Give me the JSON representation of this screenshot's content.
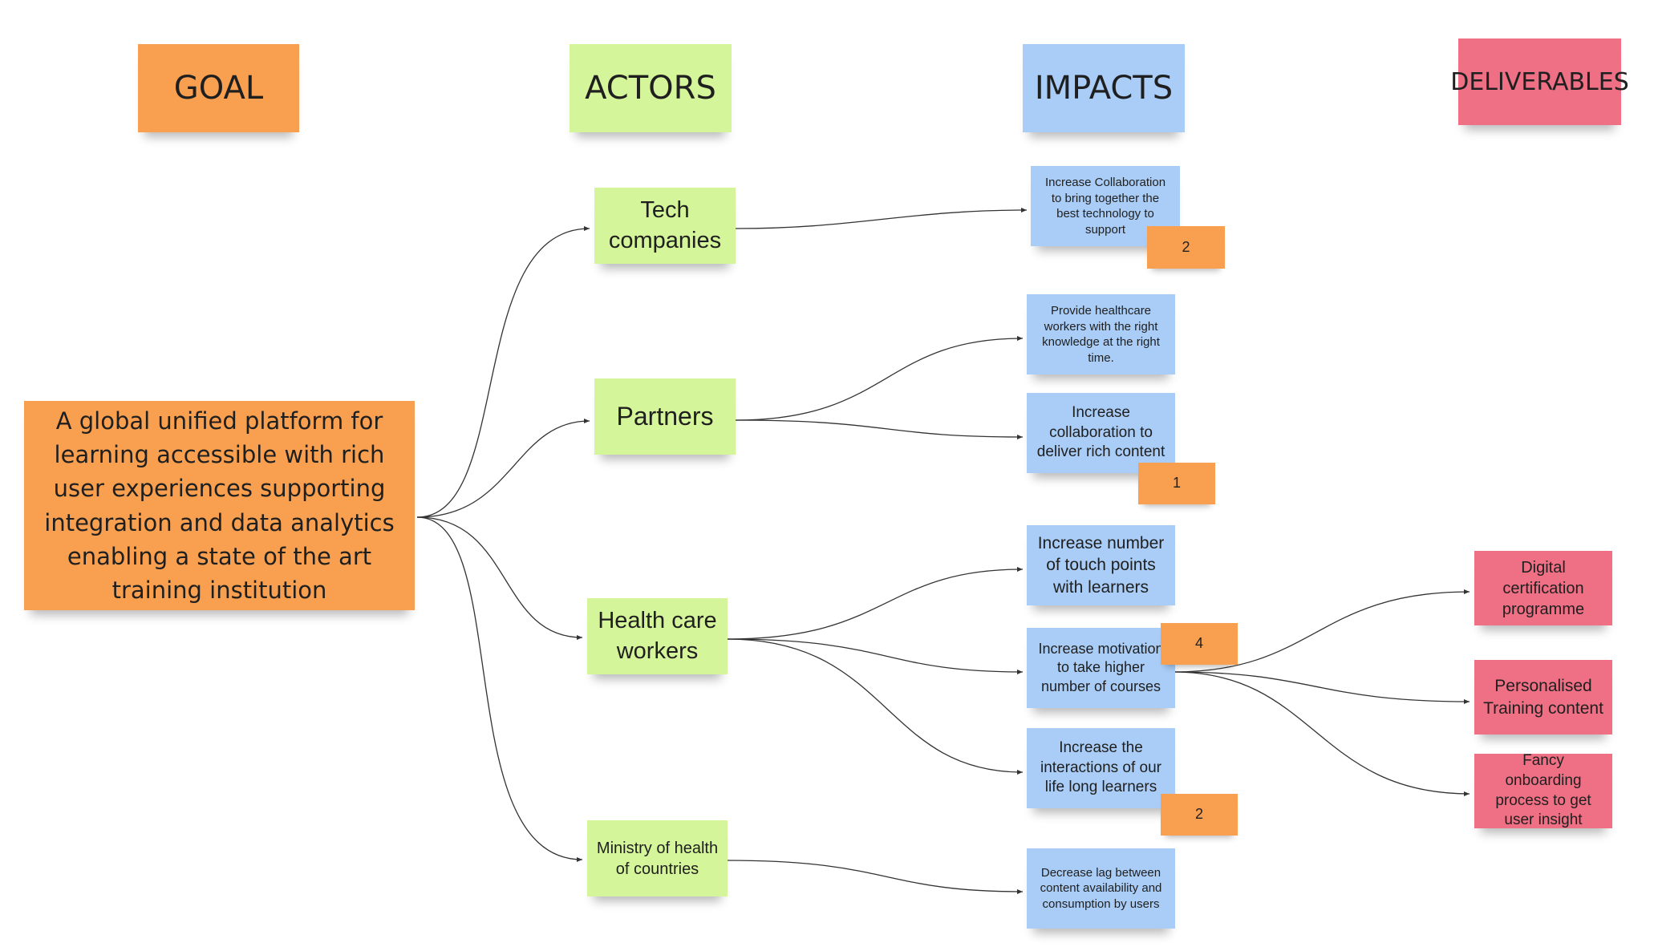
{
  "headers": {
    "goal": "GOAL",
    "actors": "ACTORS",
    "impacts": "IMPACTS",
    "deliverables": "DELIVERABLES"
  },
  "goal": {
    "text": "A global unified platform for learning accessible with rich user experiences supporting integration and data analytics enabling a state of the art training institution"
  },
  "actors": {
    "tech": "Tech companies",
    "partners": "Partners",
    "health": "Health care workers",
    "ministry": "Ministry of health of countries"
  },
  "impacts": {
    "collab_tech": "Increase Collaboration to bring together the best technology to support",
    "provide_knowledge": "Provide healthcare workers with the right knowledge at the right time.",
    "collab_content": "Increase collaboration to deliver rich content",
    "touch_points": "Increase number of touch points with learners",
    "motivation": "Increase motivation to take higher number of courses",
    "interactions": "Increase the interactions of our life long learners",
    "decrease_lag": "Decrease lag between content availability and consumption by users"
  },
  "badges": {
    "collab_tech": "2",
    "collab_content": "1",
    "motivation": "4",
    "interactions": "2"
  },
  "deliverables": {
    "certification": "Digital certification programme",
    "personalised": "Personalised Training content",
    "onboarding": "Fancy onboarding process to get user insight"
  },
  "colors": {
    "goal": "#f9a050",
    "actor": "#d5f59a",
    "impact": "#a9cdf6",
    "deliverable": "#ef6f84",
    "connector": "#333333"
  }
}
